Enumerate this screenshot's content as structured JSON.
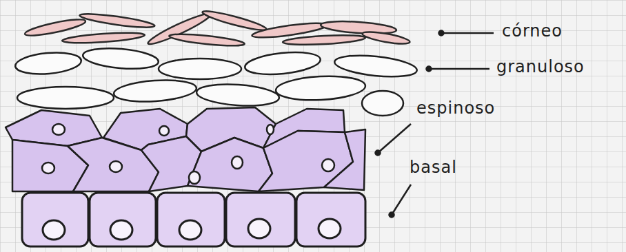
{
  "diagram": {
    "labels": [
      "córneo",
      "granuloso",
      "espinoso",
      "basal"
    ]
  }
}
